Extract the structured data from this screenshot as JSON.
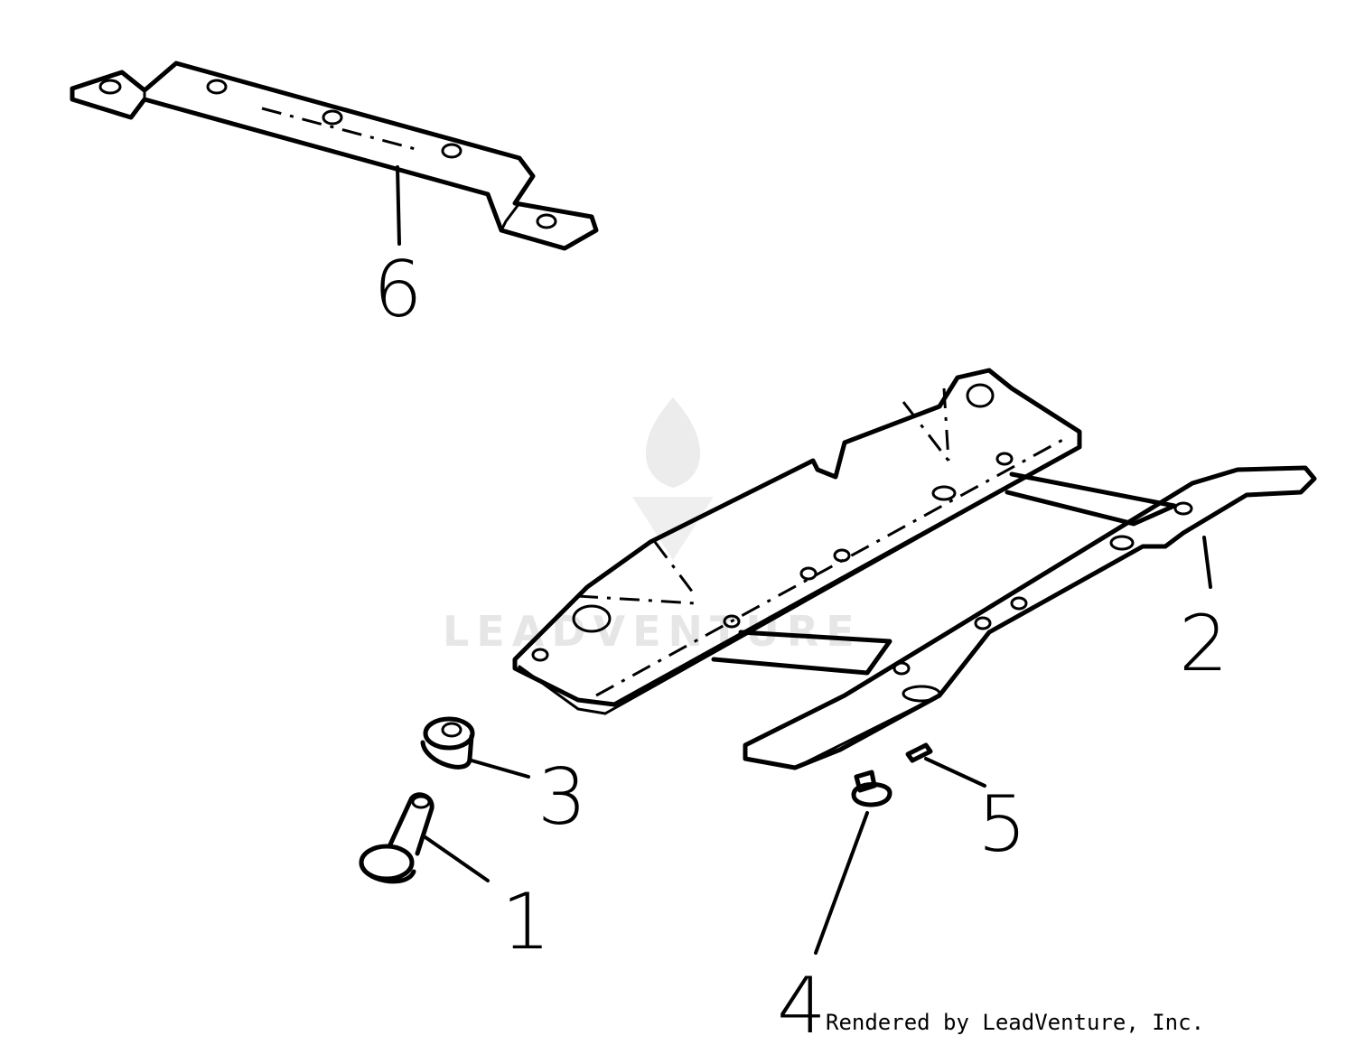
{
  "watermark": {
    "text": "LEADVENTURE",
    "color": "#e6e6e6"
  },
  "callouts": [
    {
      "id": "1",
      "label": "1",
      "part": "bolt"
    },
    {
      "id": "2",
      "label": "2",
      "part": "seat-mounting-frame"
    },
    {
      "id": "3",
      "label": "3",
      "part": "rubber-spacer"
    },
    {
      "id": "4",
      "label": "4",
      "part": "shoulder-screw"
    },
    {
      "id": "5",
      "label": "5",
      "part": "spring"
    },
    {
      "id": "6",
      "label": "6",
      "part": "seat-bracket"
    }
  ],
  "credit": "Rendered by LeadVenture, Inc."
}
